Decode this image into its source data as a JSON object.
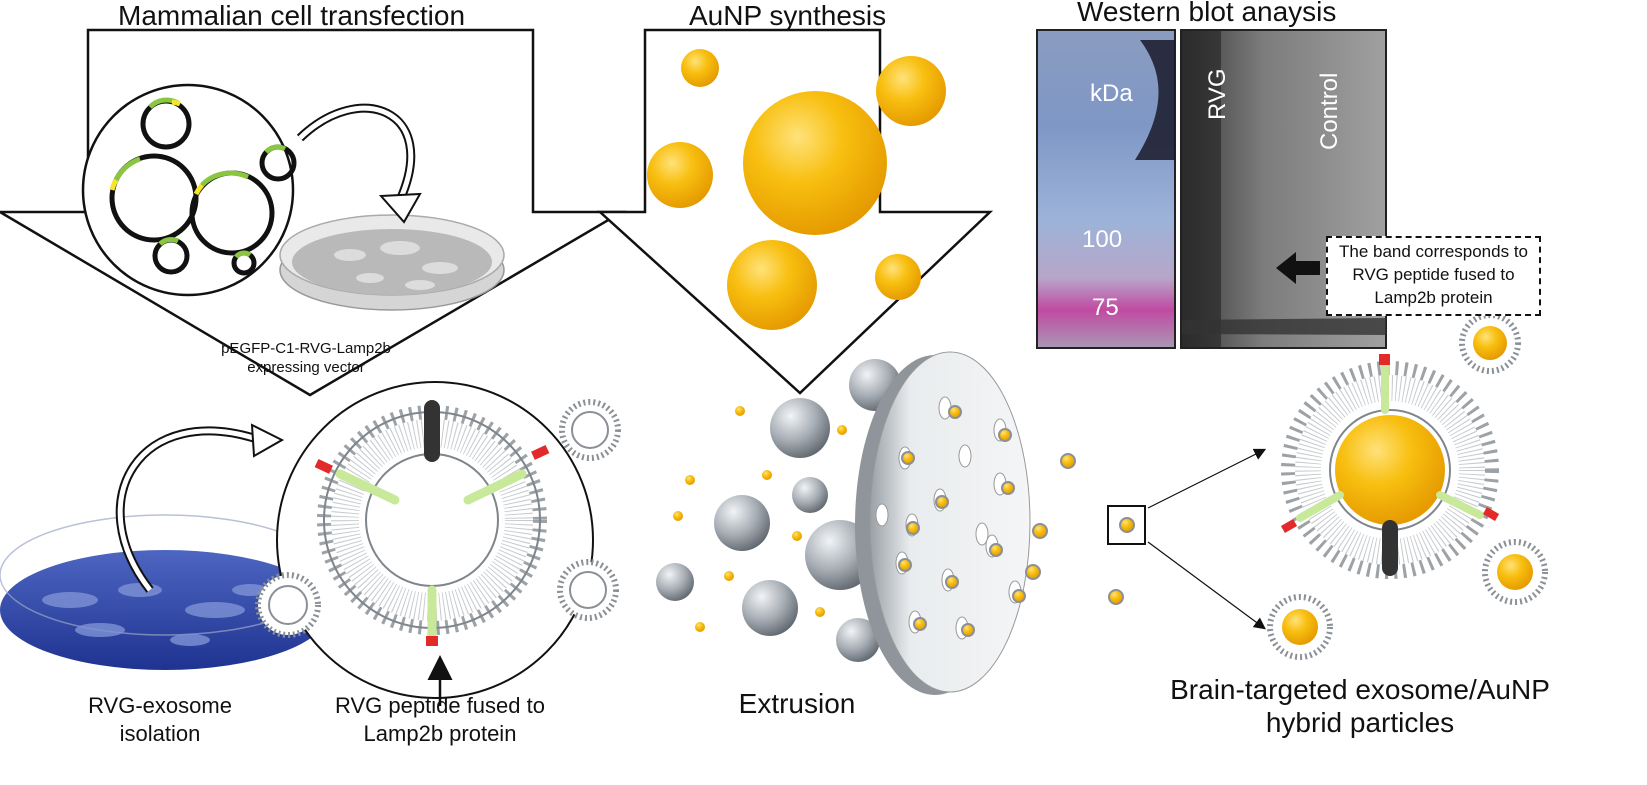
{
  "titles": {
    "transfection": "Mammalian cell transfection",
    "synthesis": "AuNP synthesis",
    "western": "Western blot anaysis"
  },
  "vector_label": {
    "line1": "pEGFP-C1-RVG-Lamp2b",
    "line2": "expressing vector"
  },
  "blot": {
    "kda": "kDa",
    "rvg": "RVG",
    "control": "Control",
    "marker_100": "100",
    "marker_75": "75"
  },
  "callout": {
    "line1": "The band corresponds to",
    "line2": "RVG peptide fused to",
    "line3": "Lamp2b protein"
  },
  "captions": {
    "isolation_line1": "RVG-exosome",
    "isolation_line2": "isolation",
    "peptide_line1": "RVG peptide fused to",
    "peptide_line2": "Lamp2b protein",
    "extrusion": "Extrusion",
    "hybrid_line1": "Brain-targeted exosome/AuNP",
    "hybrid_line2": "hybrid particles"
  },
  "colors": {
    "gold": "#f6b800",
    "membrane_grey": "#8a9096",
    "lamp2b_green": "#c8e89a",
    "rvg_red": "#e32a2a",
    "dish_blue": "#2a3f9a"
  }
}
